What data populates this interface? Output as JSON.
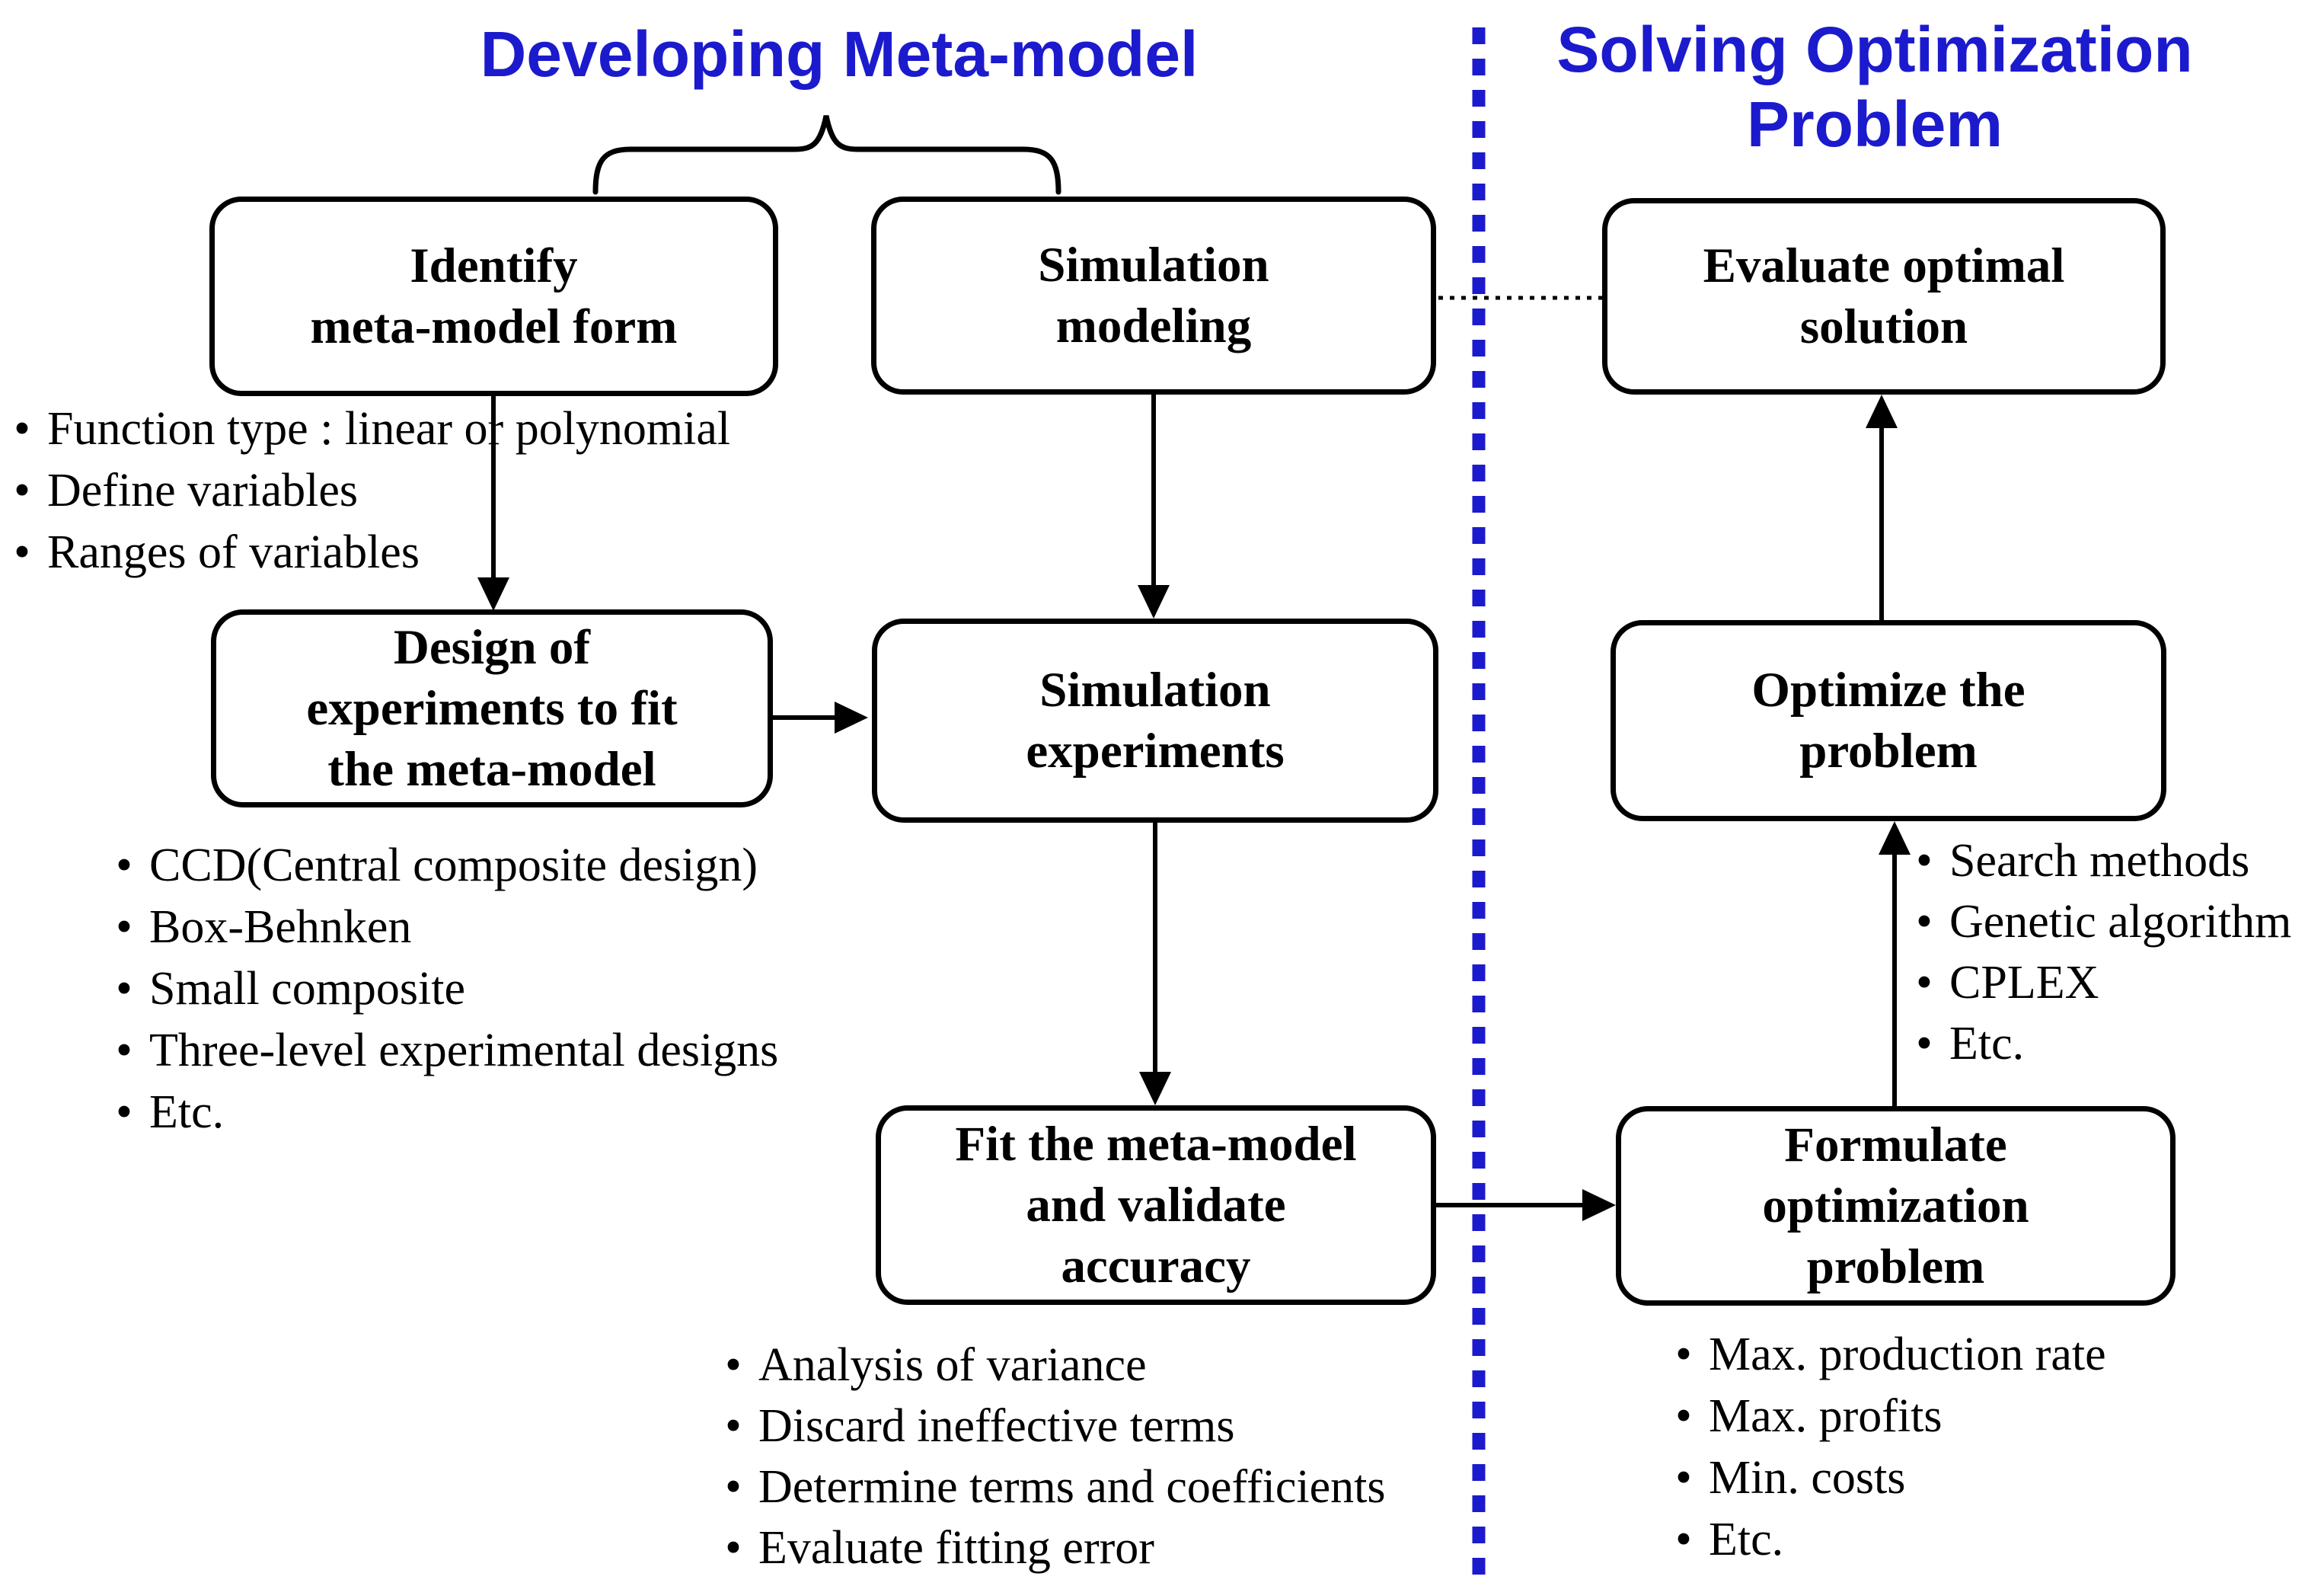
{
  "colors": {
    "accent_blue": "#1c1acd",
    "line_black": "#000000",
    "box_fill": "#ffffff"
  },
  "bullet_char": "•",
  "sections": {
    "left_title": "Developing Meta-model",
    "right_title": "Solving Optimization\nProblem"
  },
  "nodes": {
    "identify": {
      "label": "Identify\nmeta-model form"
    },
    "sim_modeling": {
      "label": "Simulation\nmodeling"
    },
    "evaluate": {
      "label": "Evaluate optimal\nsolution"
    },
    "design": {
      "label": "Design of\nexperiments to fit\nthe meta-model"
    },
    "sim_experiments": {
      "label": "Simulation\nexperiments"
    },
    "optimize": {
      "label": "Optimize the\nproblem"
    },
    "fit": {
      "label": "Fit the meta-model\nand validate\naccuracy"
    },
    "formulate": {
      "label": "Formulate\noptimization\nproblem"
    }
  },
  "lists": {
    "identify_notes": {
      "items": [
        "Function type : linear or polynomial",
        "Define variables",
        "Ranges of variables"
      ]
    },
    "design_notes": {
      "items": [
        "CCD(Central composite design)",
        "Box-Behnken",
        "Small composite",
        "Three-level experimental designs",
        "Etc."
      ]
    },
    "fit_notes": {
      "items": [
        "Analysis of variance",
        "Discard ineffective terms",
        "Determine terms and coefficients",
        "Evaluate fitting error"
      ]
    },
    "optimize_notes": {
      "items": [
        "Search methods",
        "Genetic algorithm",
        "CPLEX",
        "Etc."
      ]
    },
    "formulate_notes": {
      "items": [
        "Max. production rate",
        "Max. profits",
        "Min. costs",
        "Etc."
      ]
    }
  }
}
